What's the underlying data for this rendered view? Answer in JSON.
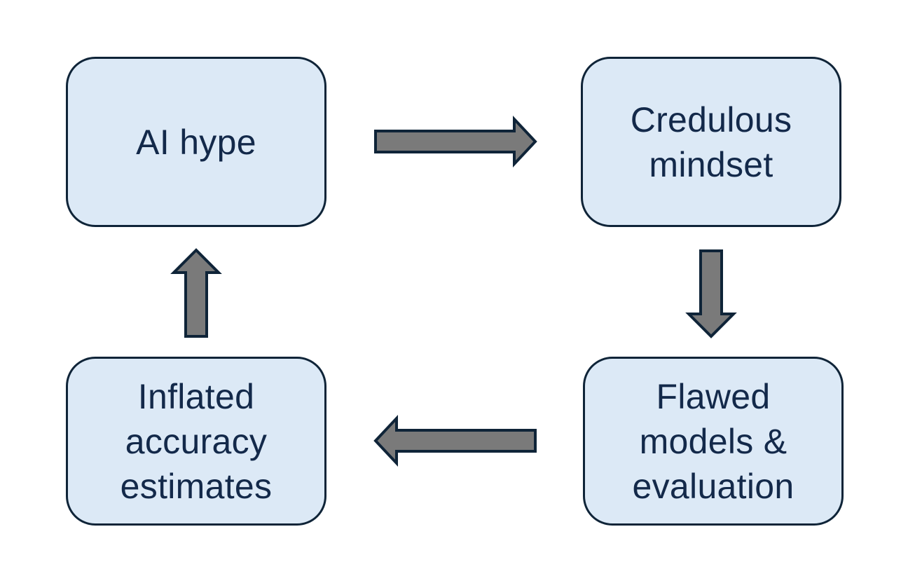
{
  "diagram": {
    "nodes": [
      {
        "id": "ai-hype",
        "label": "AI hype"
      },
      {
        "id": "credulous-mindset",
        "label": "Credulous\nmindset"
      },
      {
        "id": "flawed-models",
        "label": "Flawed\nmodels &\nevaluation"
      },
      {
        "id": "inflated-accuracy",
        "label": "Inflated\naccuracy\nestimates"
      }
    ],
    "edges": [
      {
        "from": "ai-hype",
        "to": "credulous-mindset",
        "direction": "right"
      },
      {
        "from": "credulous-mindset",
        "to": "flawed-models",
        "direction": "down"
      },
      {
        "from": "flawed-models",
        "to": "inflated-accuracy",
        "direction": "left"
      },
      {
        "from": "inflated-accuracy",
        "to": "ai-hype",
        "direction": "up"
      }
    ],
    "colors": {
      "box_fill": "#dce9f6",
      "box_border": "#0f2438",
      "text": "#13294a",
      "arrow_fill": "#7a7a7a",
      "arrow_stroke": "#0f2438"
    }
  }
}
